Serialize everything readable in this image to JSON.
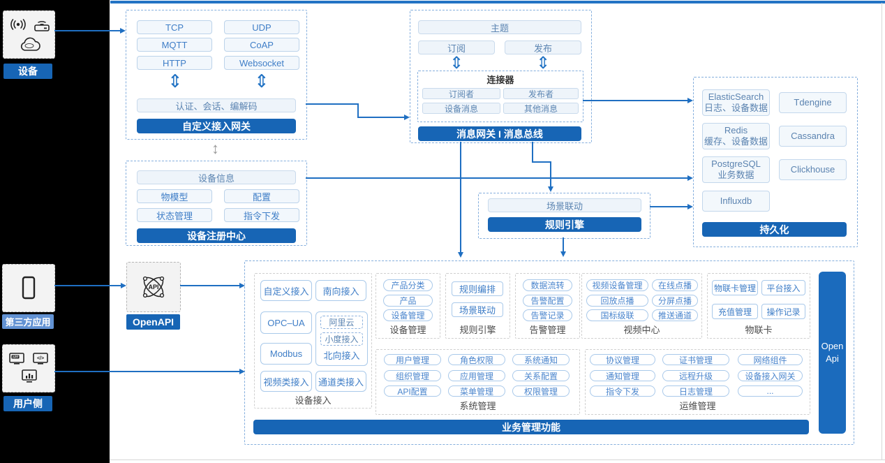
{
  "icons": {
    "double_arrow": "⇕",
    "small_double_arrow": "↕"
  },
  "rail": {
    "device_label": "设备",
    "third_party_label": "第三方应用",
    "user_side_label": "用户侧"
  },
  "openapi_label": "OpenAPI",
  "gateway": {
    "protocols": [
      "TCP",
      "UDP",
      "MQTT",
      "CoAP",
      "HTTP",
      "Websocket"
    ],
    "codec": "认证、会话、编解码",
    "title": "自定义接入网关"
  },
  "registry": {
    "device_info": "设备信息",
    "items": [
      "物模型",
      "配置",
      "状态管理",
      "指令下发"
    ],
    "title": "设备注册中心"
  },
  "bus": {
    "topic": "主题",
    "subscribe": "订阅",
    "publish": "发布",
    "connector_title": "连接器",
    "connector_items": [
      "订阅者",
      "发布者",
      "设备消息",
      "其他消息"
    ],
    "title": "消息网关 I 消息总线"
  },
  "persistence": {
    "cells": [
      {
        "line1": "ElasticSearch",
        "line2": "日志、设备数据"
      },
      {
        "line1": "Tdengine",
        "line2": ""
      },
      {
        "line1": "Redis",
        "line2": "缓存、设备数据"
      },
      {
        "line1": "Cassandra",
        "line2": ""
      },
      {
        "line1": "PostgreSQL",
        "line2": "业务数据"
      },
      {
        "line1": "Clickhouse",
        "line2": ""
      },
      {
        "line1": "Influxdb",
        "line2": ""
      }
    ],
    "title": "持久化"
  },
  "rule_box": {
    "scene": "场景联动",
    "title": "规则引擎"
  },
  "biz": {
    "access": {
      "label": "设备接入",
      "custom": "自定义接入",
      "south": "南向接入",
      "opcua": "OPC–UA",
      "modbus": "Modbus",
      "north": "北向接入",
      "north_sub": [
        "阿里云",
        "小度接入"
      ],
      "video": "视频类接入",
      "channel": "通道类接入"
    },
    "device_mgmt": {
      "label": "设备管理",
      "items": [
        "产品分类",
        "产品",
        "设备管理"
      ]
    },
    "rule": {
      "label": "规则引擎",
      "items": [
        "规则编排",
        "场景联动"
      ]
    },
    "alarm": {
      "label": "告警管理",
      "items": [
        "数据流转",
        "告警配置",
        "告警记录"
      ]
    },
    "video": {
      "label": "视频中心",
      "rows": [
        [
          "视频设备管理",
          "在线点播"
        ],
        [
          "回放点播",
          "分屏点播"
        ],
        [
          "国标级联",
          "推送通道"
        ]
      ]
    },
    "card": {
      "label": "物联卡",
      "rows": [
        [
          "物联卡管理",
          "平台接入"
        ],
        [
          "充值管理",
          "操作记录"
        ]
      ]
    },
    "system": {
      "label": "系统管理",
      "rows": [
        [
          "用户管理",
          "角色权限",
          "系统通知"
        ],
        [
          "组织管理",
          "应用管理",
          "关系配置"
        ],
        [
          "API配置",
          "菜单管理",
          "权限管理"
        ]
      ]
    },
    "ops": {
      "label": "运维管理",
      "rows": [
        [
          "协议管理",
          "证书管理",
          "网络组件"
        ],
        [
          "通知管理",
          "远程升级",
          "设备接入网关"
        ],
        [
          "指令下发",
          "日志管理",
          "..."
        ]
      ]
    },
    "footer": "业务管理功能",
    "openapi_side": "Open Api"
  }
}
